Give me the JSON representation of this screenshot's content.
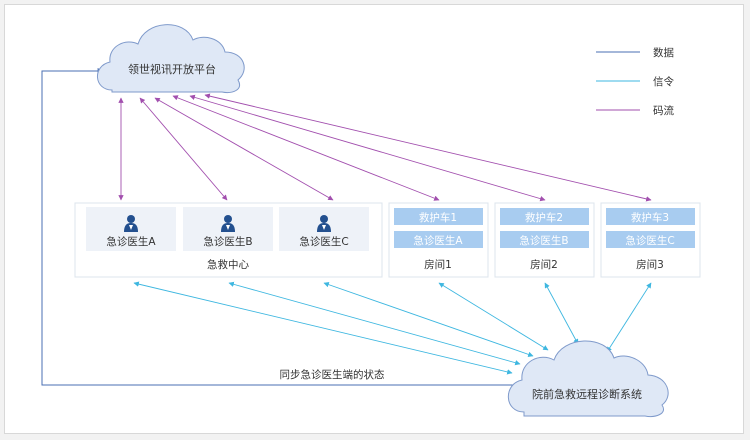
{
  "nodes": {
    "cloud_top": "领世视讯开放平台",
    "cloud_bottom": "院前急救远程诊断系统",
    "center": {
      "title": "急救中心",
      "doctors": [
        "急诊医生A",
        "急诊医生B",
        "急诊医生C"
      ]
    },
    "rooms": [
      {
        "title": "房间1",
        "ambulance": "救护车1",
        "doctor": "急诊医生A"
      },
      {
        "title": "房间2",
        "ambulance": "救护车2",
        "doctor": "急诊医生B"
      },
      {
        "title": "房间3",
        "ambulance": "救护车3",
        "doctor": "急诊医生C"
      }
    ]
  },
  "edge_label": "同步急诊医生端的状态",
  "legend": [
    {
      "label": "数据",
      "color": "#4a6fb3"
    },
    {
      "label": "信令",
      "color": "#3eb7e0"
    },
    {
      "label": "码流",
      "color": "#a24fae"
    }
  ],
  "colors": {
    "cloud_fill": "#dfe8f6",
    "cloud_stroke": "#7f9acb",
    "card_fill": "#eef2f8",
    "chip_fill": "#a8ccf0",
    "box_stroke": "#dde4ec",
    "icon": "#23508f"
  }
}
